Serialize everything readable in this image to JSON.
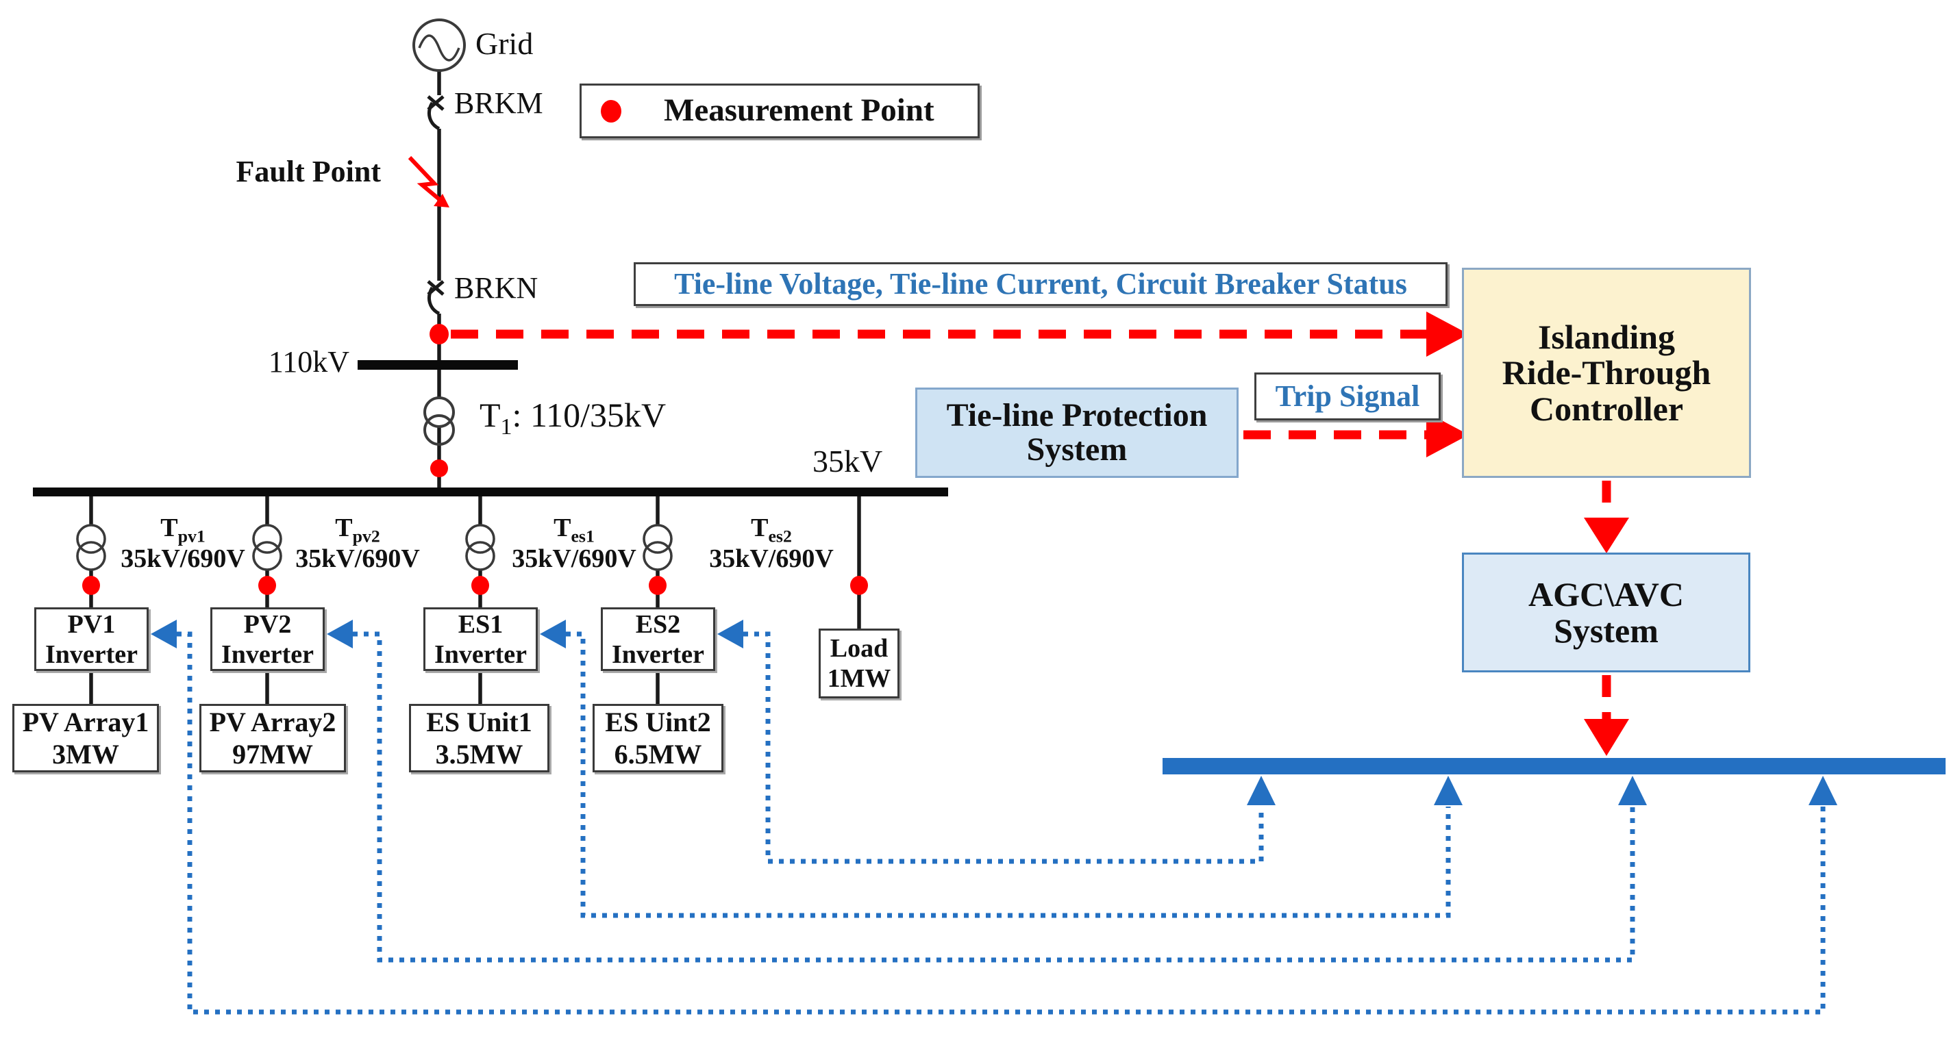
{
  "diagram": {
    "grid_label": "Grid",
    "breakers": {
      "brkm": "BRKM",
      "brkn": "BRKN"
    },
    "fault_label": "Fault Point",
    "legend": {
      "label": "Measurement Point"
    },
    "buses": {
      "hv": "110kV",
      "mv": "35kV"
    },
    "main_transformer": {
      "prefix": "T",
      "sub": "1",
      "suffix": ": 110/35kV"
    },
    "signal_label": "Tie-line Voltage, Tie-line Current, Circuit Breaker Status",
    "protection": {
      "line1": "Tie-line Protection",
      "line2": "System"
    },
    "trip_label": "Trip Signal",
    "islanding": {
      "line1": "Islanding",
      "line2": "Ride-Through",
      "line3": "Controller"
    },
    "agc": {
      "line1": "AGC\\AVC",
      "line2": "System"
    },
    "feeder_transformers": [
      {
        "prefix": "T",
        "sub": "pv1",
        "ratio": "35kV/690V"
      },
      {
        "prefix": "T",
        "sub": "pv2",
        "ratio": "35kV/690V"
      },
      {
        "prefix": "T",
        "sub": "es1",
        "ratio": "35kV/690V"
      },
      {
        "prefix": "T",
        "sub": "es2",
        "ratio": "35kV/690V"
      }
    ],
    "inverters": [
      {
        "line1": "PV1",
        "line2": "Inverter"
      },
      {
        "line1": "PV2",
        "line2": "Inverter"
      },
      {
        "line1": "ES1",
        "line2": "Inverter"
      },
      {
        "line1": "ES2",
        "line2": "Inverter"
      }
    ],
    "load": {
      "line1": "Load",
      "line2": "1MW"
    },
    "units": [
      {
        "line1": "PV Array1",
        "line2": "3MW"
      },
      {
        "line1": "PV Array2",
        "line2": "97MW"
      },
      {
        "line1": "ES Unit1",
        "line2": "3.5MW"
      },
      {
        "line1": "ES Uint2",
        "line2": "6.5MW"
      }
    ],
    "colors": {
      "red": "#FF0000",
      "blue": "#2470C2",
      "blue_text": "#2E74B5",
      "islanding_fill": "#FCF2CF",
      "protection_fill": "#CFE3F3",
      "agc_fill": "#DDEAF6"
    }
  }
}
